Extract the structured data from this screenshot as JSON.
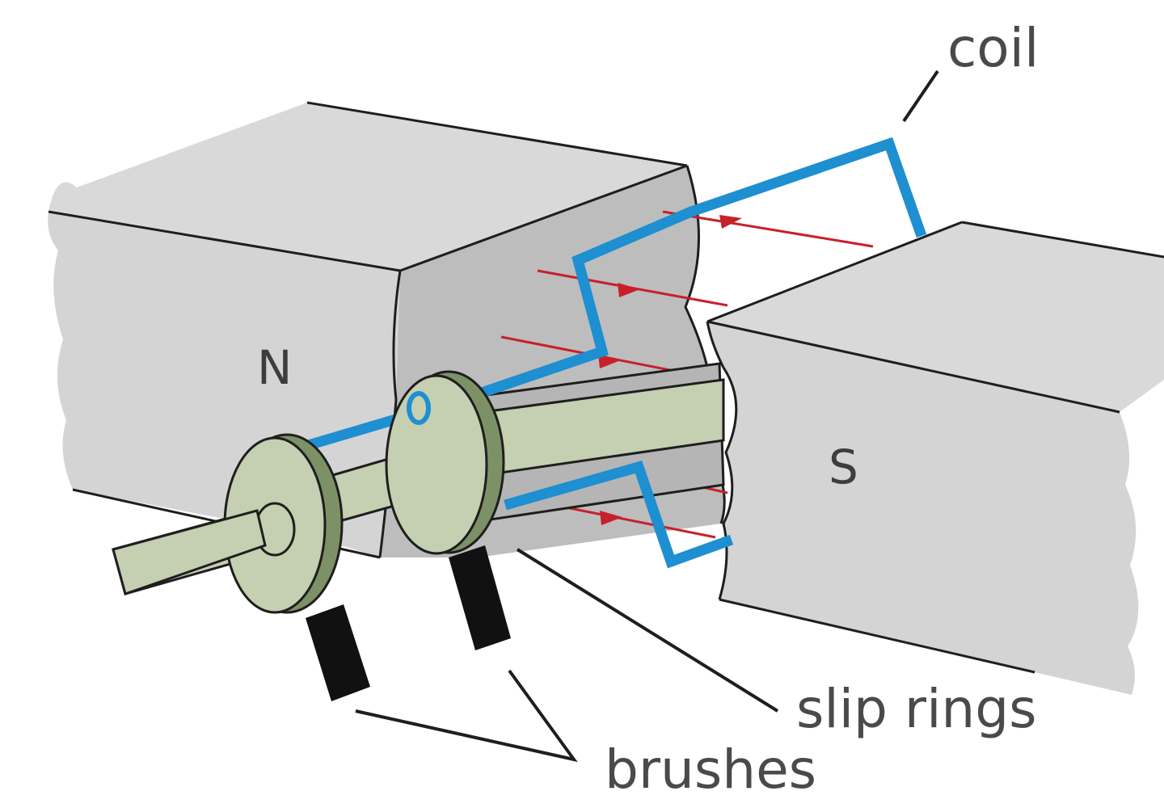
{
  "labels": {
    "coil": "coil",
    "slip_rings": "slip rings",
    "brushes": "brushes"
  },
  "poles": {
    "north": "N",
    "south": "S"
  },
  "colors": {
    "magnet_top": "#d9d9d9",
    "magnet_front": "#d4d4d4",
    "magnet_face": "#bdbdbd",
    "coil": "#1e8fd0",
    "field_lines": "#c8202a",
    "shaft": "#c5cfb1",
    "ring_edge": "#7d9167",
    "brush": "#111111",
    "outline": "#1e1e1e"
  }
}
